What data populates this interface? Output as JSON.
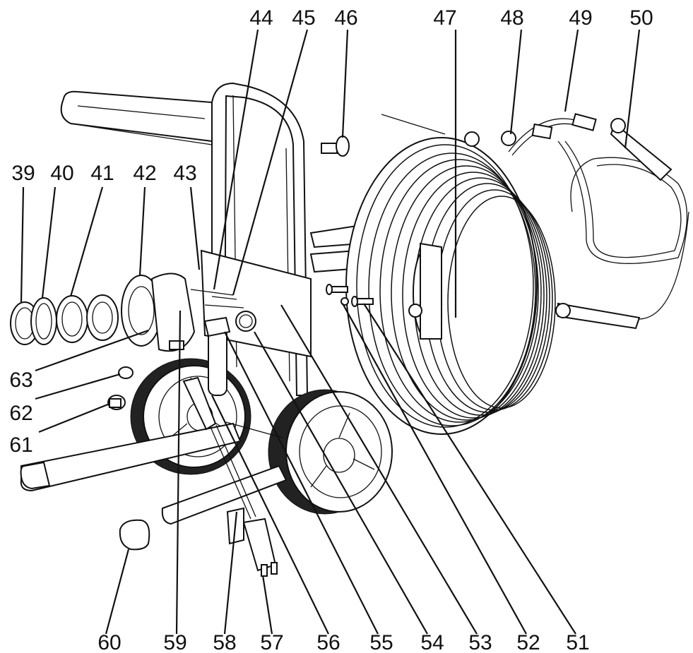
{
  "figure": {
    "labels": [
      {
        "id": "39",
        "text": "39"
      },
      {
        "id": "40",
        "text": "40"
      },
      {
        "id": "41",
        "text": "41"
      },
      {
        "id": "42",
        "text": "42"
      },
      {
        "id": "43",
        "text": "43"
      },
      {
        "id": "44",
        "text": "44"
      },
      {
        "id": "45",
        "text": "45"
      },
      {
        "id": "46",
        "text": "46"
      },
      {
        "id": "47",
        "text": "47"
      },
      {
        "id": "48",
        "text": "48"
      },
      {
        "id": "49",
        "text": "49"
      },
      {
        "id": "50",
        "text": "50"
      },
      {
        "id": "51",
        "text": "51"
      },
      {
        "id": "52",
        "text": "52"
      },
      {
        "id": "53",
        "text": "53"
      },
      {
        "id": "54",
        "text": "54"
      },
      {
        "id": "55",
        "text": "55"
      },
      {
        "id": "56",
        "text": "56"
      },
      {
        "id": "57",
        "text": "57"
      },
      {
        "id": "58",
        "text": "58"
      },
      {
        "id": "59",
        "text": "59"
      },
      {
        "id": "60",
        "text": "60"
      },
      {
        "id": "61",
        "text": "61"
      },
      {
        "id": "62",
        "text": "62"
      },
      {
        "id": "63",
        "text": "63"
      }
    ]
  }
}
